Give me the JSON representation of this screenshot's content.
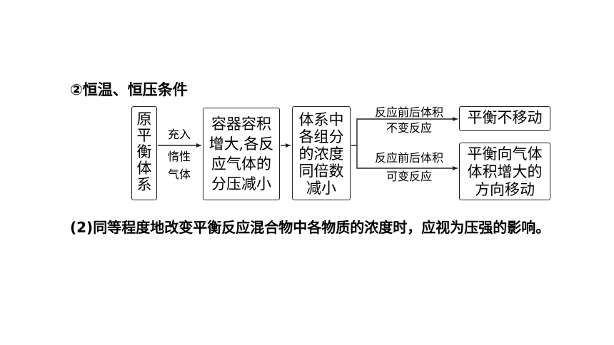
{
  "heading": "②恒温、恒压条件",
  "flow": {
    "original_system": [
      "原",
      "平",
      "衡",
      "体",
      "系"
    ],
    "fill_label": "充入",
    "fill_gas": [
      "惰性",
      "气体"
    ],
    "volume_box": [
      "容器容积",
      "增大,各反",
      "应气体的",
      "分压减小"
    ],
    "concentration_box": [
      "体系中",
      "各组分",
      "的浓度",
      "同倍数",
      "减小"
    ],
    "branch_upper": [
      "反应前后体积",
      "不变反应"
    ],
    "branch_lower": [
      "反应前后体积",
      "可变反应"
    ],
    "result_no_shift": "平衡不移动",
    "result_shift": [
      "平衡向气体",
      "体积增大的",
      "方向移动"
    ]
  },
  "paragraph": "(2)同等程度地改变平衡反应混合物中各物质的浓度时，应视为压强的影响。"
}
